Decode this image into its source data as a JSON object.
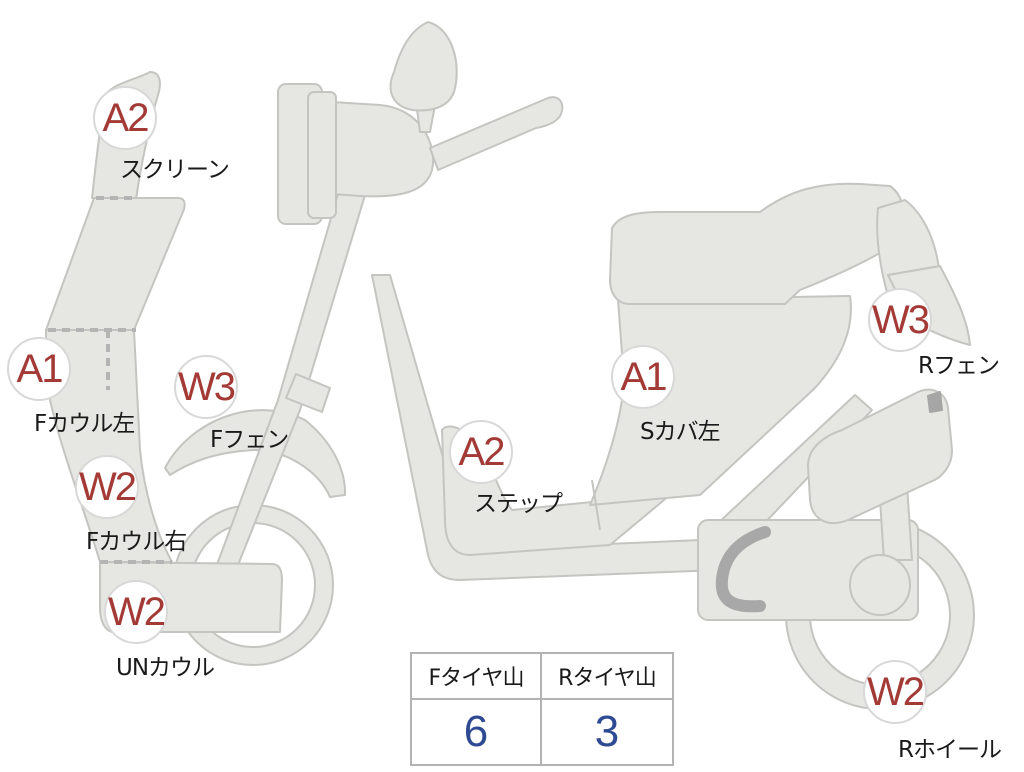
{
  "colors": {
    "part_fill": "#e6e6e3",
    "part_stroke": "#c4c4c1",
    "zone_divider": "#b4b4b4",
    "grade_text": "#a33a36",
    "value_text": "#2e4a92",
    "table_border": "#b3b3b3"
  },
  "parts": [
    {
      "grade": "A2",
      "label": "スクリーン"
    },
    {
      "grade": "A1",
      "label": "Fカウル左"
    },
    {
      "grade": "W2",
      "label": "Fカウル右"
    },
    {
      "grade": "W2",
      "label": "UNカウル"
    },
    {
      "grade": "W3",
      "label": "Fフェン"
    },
    {
      "grade": "A2",
      "label": "ステップ"
    },
    {
      "grade": "A1",
      "label": "Sカバ左"
    },
    {
      "grade": "W3",
      "label": "Rフェン"
    },
    {
      "grade": "W2",
      "label": "Rホイール"
    }
  ],
  "tire_table": {
    "headers": [
      "Fタイヤ山",
      "Rタイヤ山"
    ],
    "values": [
      "6",
      "3"
    ]
  }
}
